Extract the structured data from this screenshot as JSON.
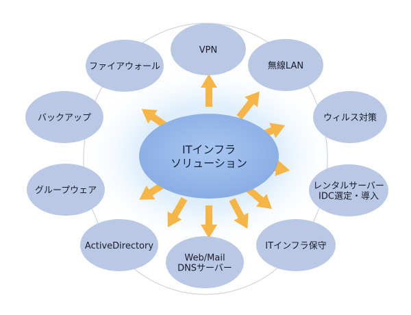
{
  "center": {
    "lines": [
      "ITインフラ",
      "ソリューション"
    ]
  },
  "nodes": [
    {
      "id": "vpn",
      "lines": [
        "VPN"
      ]
    },
    {
      "id": "wireless-lan",
      "lines": [
        "無線LAN"
      ]
    },
    {
      "id": "antivirus",
      "lines": [
        "ウィルス対策"
      ]
    },
    {
      "id": "rental-server",
      "lines": [
        "レンタルサーバー",
        "IDC選定・導入"
      ]
    },
    {
      "id": "it-infra-maintenance",
      "lines": [
        "ITインフラ保守"
      ]
    },
    {
      "id": "web-mail-dns",
      "lines": [
        "Web/Mail",
        "DNSサーバー"
      ]
    },
    {
      "id": "active-directory",
      "lines": [
        "ActiveDirectory"
      ]
    },
    {
      "id": "groupware",
      "lines": [
        "グループウェア"
      ]
    },
    {
      "id": "backup",
      "lines": [
        "バックアップ"
      ]
    },
    {
      "id": "firewall",
      "lines": [
        "ファイアウォール"
      ]
    }
  ],
  "colors": {
    "node_fill": "#b9c9e5",
    "center_fill": "#8fb3e8",
    "glow": "#cfe6f8",
    "arrow": "#f6b547",
    "ring": "#cfd4dc"
  }
}
